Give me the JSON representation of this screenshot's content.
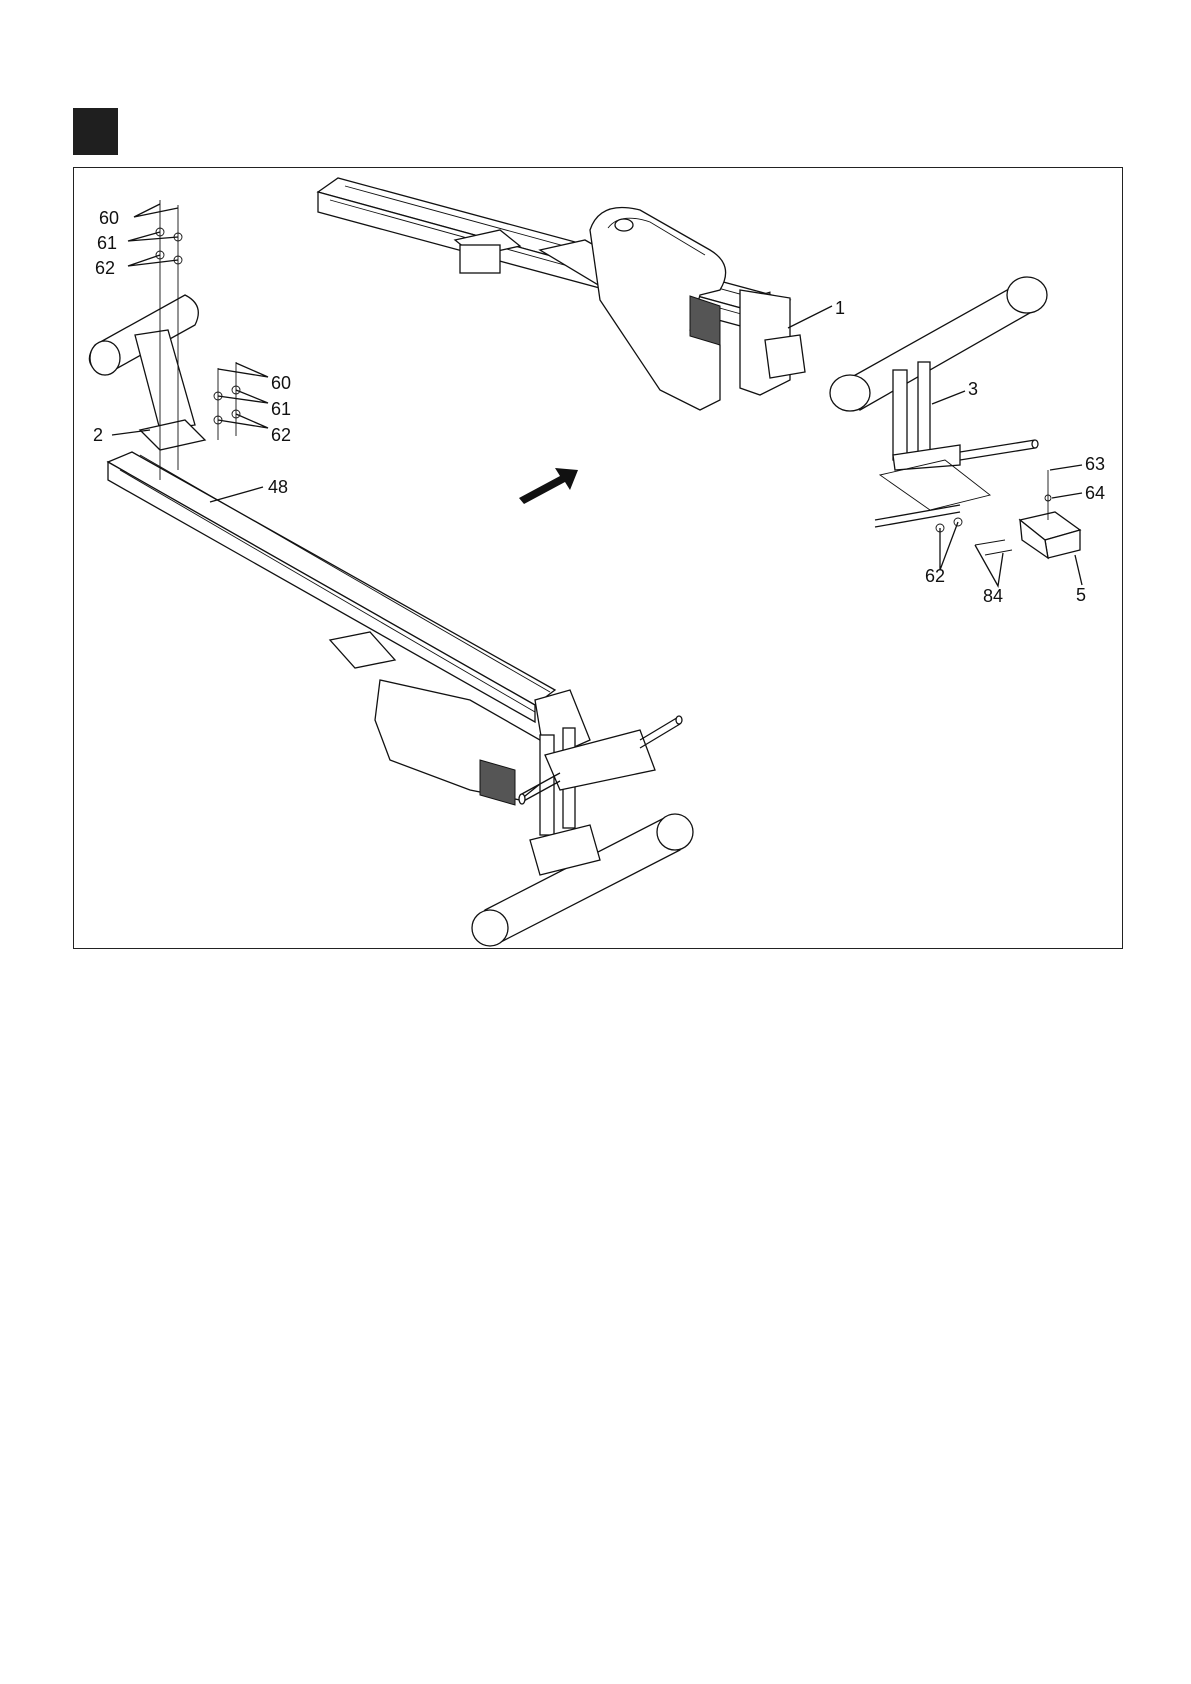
{
  "step": {
    "marker_color": "#1f1f1f"
  },
  "parts": {
    "p1": "1",
    "p2": "2",
    "p3": "3",
    "p5": "5",
    "p48": "48",
    "p60a": "60",
    "p61a": "61",
    "p62a": "62",
    "p60b": "60",
    "p61b": "61",
    "p62b": "62",
    "p63": "63",
    "p64": "64",
    "p62c": "62",
    "p84": "84"
  }
}
